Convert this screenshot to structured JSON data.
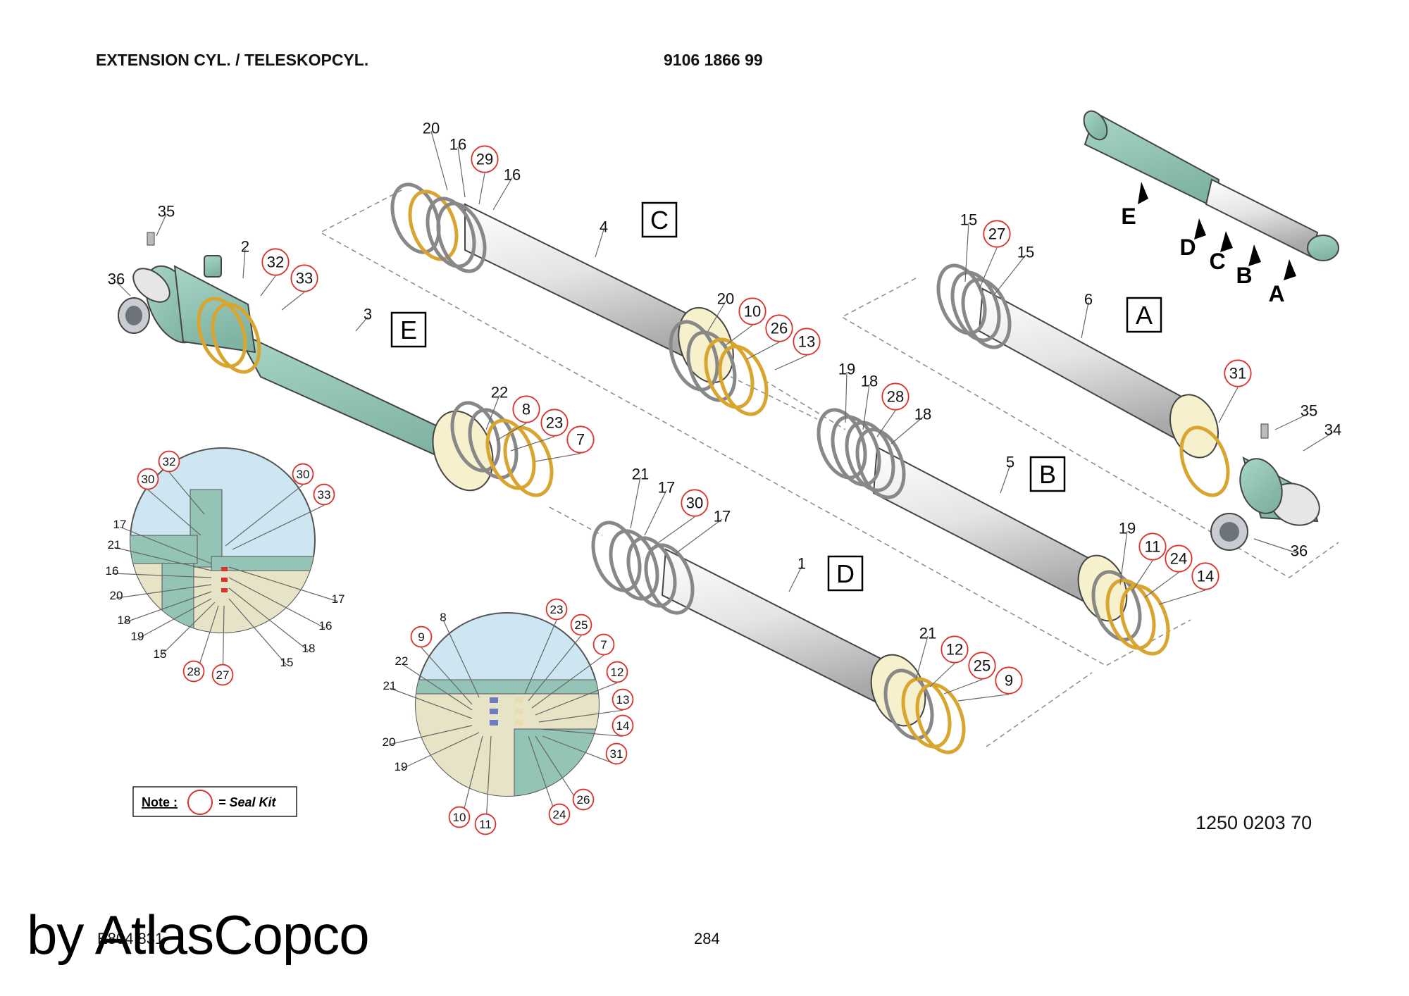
{
  "header": {
    "title": "EXTENSION CYL. / TELESKOPCYL.",
    "part_number": "9106 1866 99"
  },
  "drawing_number": "1250 0203 70",
  "footer": {
    "doc_code": "E804 831",
    "page": "284",
    "brand": "by AtlasCopco"
  },
  "note": {
    "label": "Note :",
    "text": "= Seal Kit"
  },
  "colors": {
    "body": "#93c4b5",
    "tube": "#e2e2e2",
    "seal_kit": "#d9312b",
    "ring": "#d9a531",
    "inset_bg": "#cde6f2"
  },
  "stage_labels": [
    "A",
    "B",
    "C",
    "D",
    "E"
  ],
  "overview_labels": [
    "E",
    "D",
    "C",
    "B",
    "A"
  ],
  "callouts": [
    {
      "t": "20"
    },
    {
      "t": "16"
    },
    {
      "t": "29",
      "k": 1
    },
    {
      "t": "16"
    },
    {
      "t": "4"
    },
    {
      "t": "35"
    },
    {
      "t": "2"
    },
    {
      "t": "32",
      "k": 1
    },
    {
      "t": "33",
      "k": 1
    },
    {
      "t": "36"
    },
    {
      "t": "3"
    },
    {
      "t": "20"
    },
    {
      "t": "10",
      "k": 1
    },
    {
      "t": "26",
      "k": 1
    },
    {
      "t": "13",
      "k": 1
    },
    {
      "t": "15"
    },
    {
      "t": "27",
      "k": 1
    },
    {
      "t": "15"
    },
    {
      "t": "6"
    },
    {
      "t": "31",
      "k": 1
    },
    {
      "t": "35"
    },
    {
      "t": "34"
    },
    {
      "t": "36"
    },
    {
      "t": "19"
    },
    {
      "t": "18"
    },
    {
      "t": "28",
      "k": 1
    },
    {
      "t": "18"
    },
    {
      "t": "5"
    },
    {
      "t": "22"
    },
    {
      "t": "8",
      "k": 1
    },
    {
      "t": "23",
      "k": 1
    },
    {
      "t": "7",
      "k": 1
    },
    {
      "t": "21"
    },
    {
      "t": "17"
    },
    {
      "t": "30",
      "k": 1
    },
    {
      "t": "17"
    },
    {
      "t": "1"
    },
    {
      "t": "19"
    },
    {
      "t": "11",
      "k": 1
    },
    {
      "t": "24",
      "k": 1
    },
    {
      "t": "14",
      "k": 1
    },
    {
      "t": "21"
    },
    {
      "t": "12",
      "k": 1
    },
    {
      "t": "25",
      "k": 1
    },
    {
      "t": "9",
      "k": 1
    },
    {
      "t": "32",
      "k": 1
    },
    {
      "t": "30",
      "k": 1
    },
    {
      "t": "30",
      "k": 1
    },
    {
      "t": "33",
      "k": 1
    },
    {
      "t": "17"
    },
    {
      "t": "21"
    },
    {
      "t": "16"
    },
    {
      "t": "20"
    },
    {
      "t": "18"
    },
    {
      "t": "19"
    },
    {
      "t": "15"
    },
    {
      "t": "28",
      "k": 1
    },
    {
      "t": "27",
      "k": 1
    },
    {
      "t": "17"
    },
    {
      "t": "16"
    },
    {
      "t": "18"
    },
    {
      "t": "15"
    },
    {
      "t": "8"
    },
    {
      "t": "9",
      "k": 1
    },
    {
      "t": "22"
    },
    {
      "t": "21"
    },
    {
      "t": "20"
    },
    {
      "t": "19"
    },
    {
      "t": "10",
      "k": 1
    },
    {
      "t": "11",
      "k": 1
    },
    {
      "t": "23",
      "k": 1
    },
    {
      "t": "25",
      "k": 1
    },
    {
      "t": "7",
      "k": 1
    },
    {
      "t": "12",
      "k": 1
    },
    {
      "t": "13",
      "k": 1
    },
    {
      "t": "14",
      "k": 1
    },
    {
      "t": "31",
      "k": 1
    },
    {
      "t": "26",
      "k": 1
    },
    {
      "t": "24",
      "k": 1
    }
  ]
}
